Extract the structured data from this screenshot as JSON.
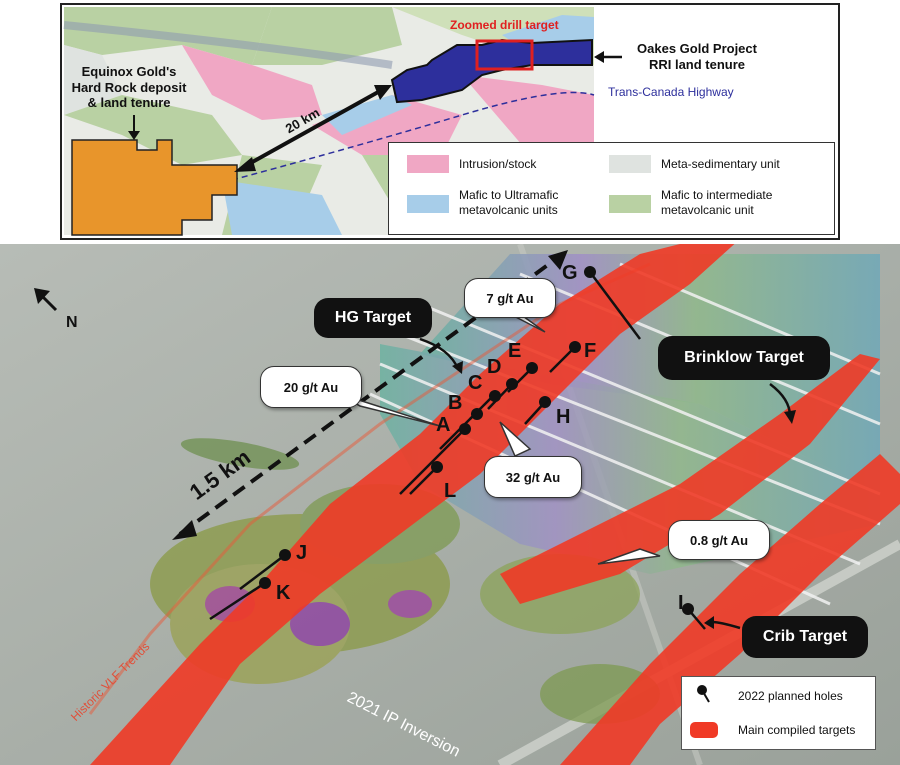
{
  "inset": {
    "zoom_label": "Zoomed drill target",
    "project_label_line1": "Oakes Gold Project",
    "project_label_line2": "RRI land tenure",
    "highway_label": "Trans-Canada Highway",
    "equinox_line1": "Equinox Gold's",
    "equinox_line2": "Hard Rock deposit",
    "equinox_line3": "& land tenure",
    "distance_label": "20 km",
    "legend": [
      {
        "label_line1": "Intrusion/stock",
        "label_line2": "",
        "color": "#f0a7c4"
      },
      {
        "label_line1": "Meta-sedimentary unit",
        "label_line2": "",
        "color": "#dfe3e0"
      },
      {
        "label_line1": "Mafic to Ultramafic",
        "label_line2": "metavolcanic units",
        "color": "#a7cde9"
      },
      {
        "label_line1": "Mafic to intermediate",
        "label_line2": "metavolcanic unit",
        "color": "#b9d1a3"
      }
    ]
  },
  "main": {
    "north_label": "N",
    "scale_label": "1.5 km",
    "ip_label": "2021 IP Inversion",
    "vlf_label": "Historic VLF Trends",
    "targets": {
      "hg": "HG Target",
      "brinklow": "Brinklow Target",
      "crib": "Crib Target"
    },
    "grades": {
      "g7": "7 g/t Au",
      "g20": "20 g/t Au",
      "g32": "32 g/t Au",
      "g08": "0.8 g/t Au"
    },
    "holes": [
      "A",
      "B",
      "C",
      "D",
      "E",
      "F",
      "G",
      "H",
      "I",
      "J",
      "K",
      "L"
    ],
    "legend": {
      "planned": "2022 planned holes",
      "compiled": "Main compiled targets"
    },
    "colors": {
      "target_red": "#f03a26",
      "tenure_blue": "#2d2f9c",
      "equinox_orange": "#e8952b",
      "zoom_box_red": "#e02020"
    }
  }
}
